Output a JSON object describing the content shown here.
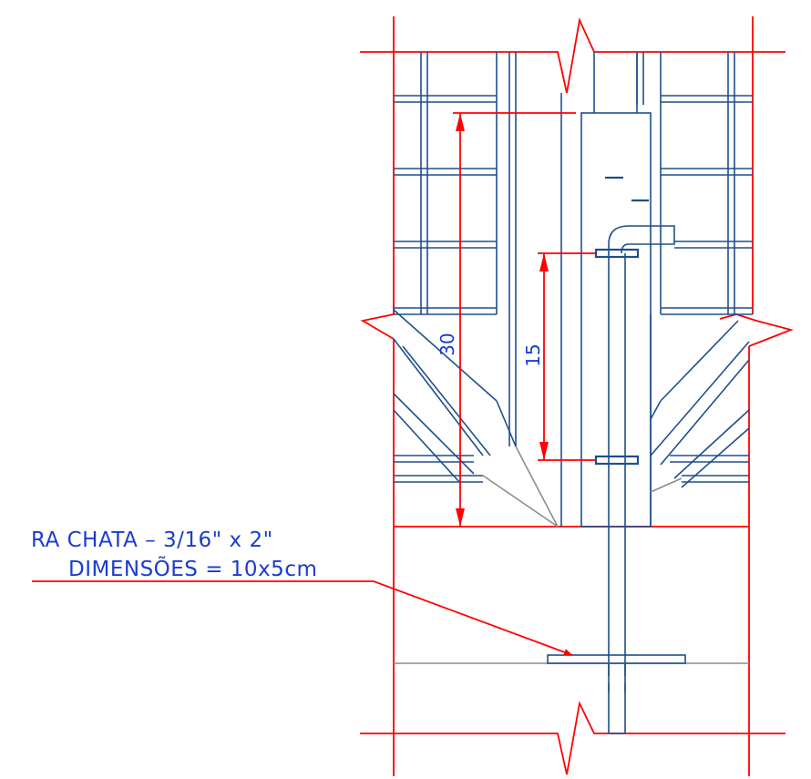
{
  "dimensions": {
    "overall_height": "30",
    "bracket_spacing": "15"
  },
  "callout": {
    "line1": "RA CHATA – 3/16\" x 2\"",
    "line2": "DIMENSÕES = 10x5cm"
  },
  "colors": {
    "outline": "#ff0000",
    "steel": "#1f4e8c",
    "text": "#1a3ccf",
    "hidden": "#8c8c8c"
  }
}
